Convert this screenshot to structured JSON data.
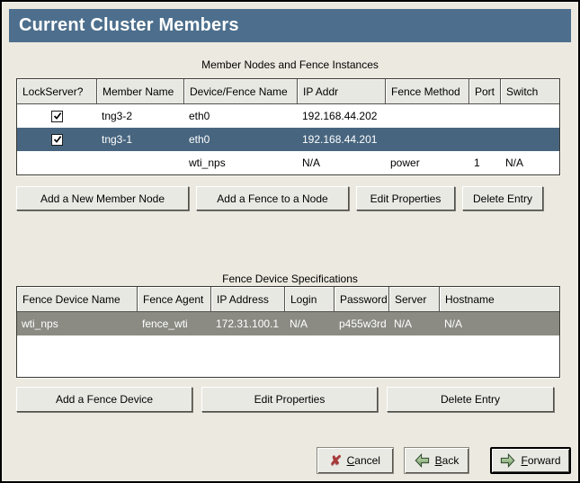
{
  "window": {
    "title": "Current Cluster Members"
  },
  "colors": {
    "titlebar": "#4d6f8d",
    "selection_active": "#47657f",
    "selection_inactive": "#8b8b84",
    "background": "#ece9e0",
    "table_header": "#e8e8e3",
    "button_face": "#e9e9e4",
    "cancel_x": "#a83a3a",
    "arrow_green_light": "#cde2bc",
    "arrow_green_dark": "#6f9a62"
  },
  "members_section": {
    "title": "Member Nodes and Fence Instances",
    "columns": [
      "LockServer?",
      "Member Name",
      "Device/Fence Name",
      "IP Addr",
      "Fence Method",
      "Port",
      "Switch"
    ],
    "rows": [
      {
        "lockserver_checked": true,
        "member": "tng3-2",
        "device": "eth0",
        "ip": "192.168.44.202",
        "method": "",
        "port": "",
        "switch": "",
        "selected": false
      },
      {
        "lockserver_checked": true,
        "member": "tng3-1",
        "device": "eth0",
        "ip": "192.168.44.201",
        "method": "",
        "port": "",
        "switch": "",
        "selected": true
      },
      {
        "lockserver_checked": false,
        "member": "",
        "device": "wti_nps",
        "ip": "N/A",
        "method": "power",
        "port": "1",
        "switch": "N/A",
        "selected": false
      }
    ],
    "buttons": [
      "Add a New Member Node",
      "Add a Fence to a Node",
      "Edit Properties",
      "Delete Entry"
    ]
  },
  "fence_section": {
    "title": "Fence Device Specifications",
    "columns": [
      "Fence Device Name",
      "Fence Agent",
      "IP Address",
      "Login",
      "Password",
      "Server",
      "Hostname"
    ],
    "rows": [
      {
        "name": "wti_nps",
        "agent": "fence_wti",
        "ip": "172.31.100.1",
        "login": "N/A",
        "password": "p455w3rd",
        "server": "N/A",
        "hostname": "N/A",
        "selected": true
      }
    ],
    "buttons": [
      "Add a Fence Device",
      "Edit Properties",
      "Delete Entry"
    ]
  },
  "footer": {
    "cancel": {
      "icon_glyph": "✘",
      "mnemonic": "C",
      "rest": "ancel"
    },
    "back": {
      "mnemonic": "B",
      "rest": "ack"
    },
    "forward": {
      "mnemonic": "F",
      "rest": "orward"
    }
  },
  "icons": {
    "checkbox_check": "check-mark",
    "cancel": "red-x-icon",
    "back": "green-arrow-left-icon",
    "forward": "green-arrow-right-icon"
  }
}
